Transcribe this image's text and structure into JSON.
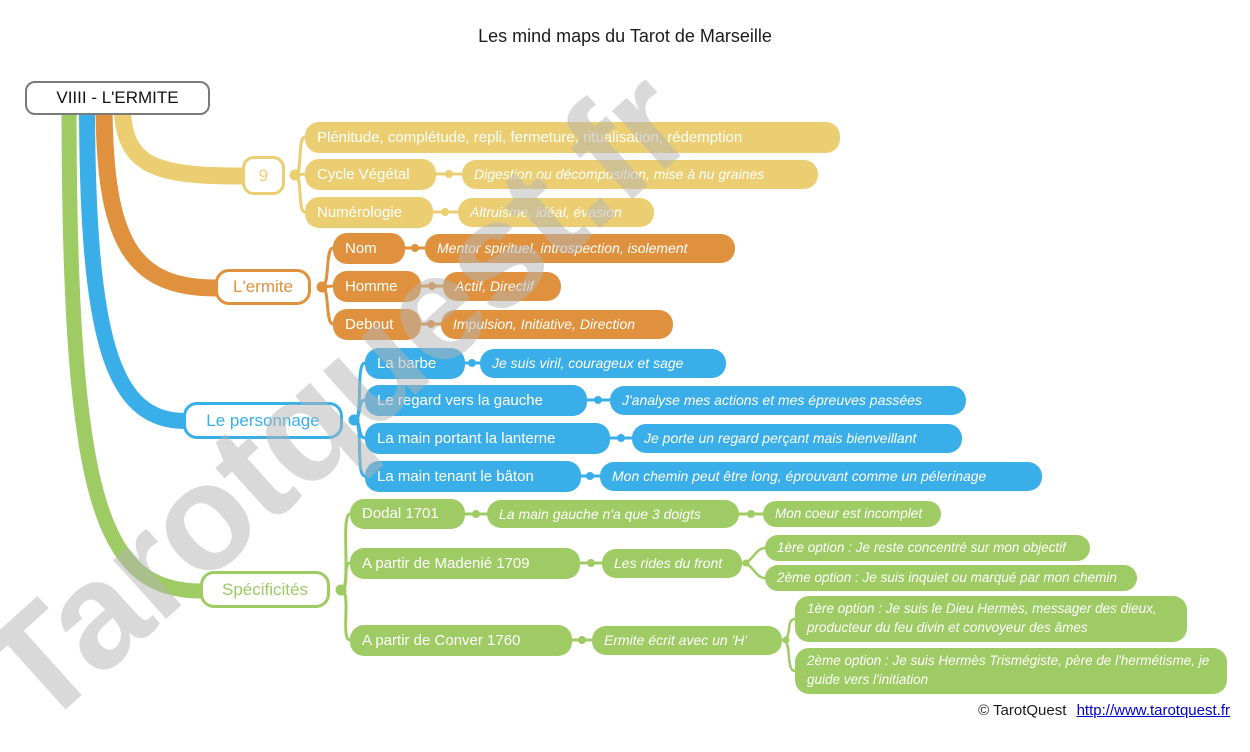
{
  "title": "Les mind maps du Tarot de Marseille",
  "watermark": "Tarotquest.fr",
  "root_label": "VIIII - L'ERMITE",
  "colors": {
    "yellow": "#ECCE72",
    "orange": "#E0913E",
    "blue": "#3AAEE8",
    "green": "#9ECB63",
    "root_border": "#7a7a7a",
    "link": "#0000CC",
    "watermark": "#b5b5b5"
  },
  "nine": {
    "label": "9",
    "plenitude": "Plénitude, complétude, repli, fermeture, ritualisation, rédemption",
    "cycle": "Cycle Végétal",
    "cycle_sub": "Digestion ou décomposition, mise à nu graines",
    "numerologie": "Numérologie",
    "numerologie_sub": "Altruisme, idéal, évasion"
  },
  "ermite": {
    "label": "L'ermite",
    "nom": "Nom",
    "nom_sub": "Mentor spirituel, introspection, isolement",
    "homme": "Homme",
    "homme_sub": "Actif, Directif",
    "debout": "Debout",
    "debout_sub": "Impulsion, Initiative, Direction"
  },
  "personnage": {
    "label": "Le personnage",
    "barbe": "La barbe",
    "barbe_sub": "Je suis viril, courageux et sage",
    "regard": "Le regard vers la gauche",
    "regard_sub": "J'analyse mes actions et mes épreuves passées",
    "lanterne": "La main portant la lanterne",
    "lanterne_sub": "Je porte un regard perçant mais bienveillant",
    "baton": "La main tenant le bâton",
    "baton_sub": "Mon chemin peut être long, éprouvant comme un pélerinage"
  },
  "specificites": {
    "label": "Spécificités",
    "dodal": "Dodal 1701",
    "dodal_sub": "La main gauche n'a que 3 doigts",
    "dodal_subsub": "Mon coeur est incomplet",
    "madenie": "A partir de Madenié 1709",
    "madenie_sub": "Les rides du front",
    "madenie_opt1": "1ère option : Je reste concentré sur mon objectif",
    "madenie_opt2": "2ème option : Je suis inquiet ou marqué par mon chemin",
    "conver": "A partir de Conver 1760",
    "conver_sub": "Ermite écrit avec un 'H'",
    "conver_opt1": "1ère option : Je suis le Dieu Hermès, messager des dieux, producteur du feu divin et convoyeur des âmes",
    "conver_opt2": "2ème option : Je suis Hermès Trismégiste, père de l'hermétisme, je guide vers l'initiation"
  },
  "footer": {
    "copyright": "© TarotQuest",
    "link": "http://www.tarotquest.fr"
  }
}
